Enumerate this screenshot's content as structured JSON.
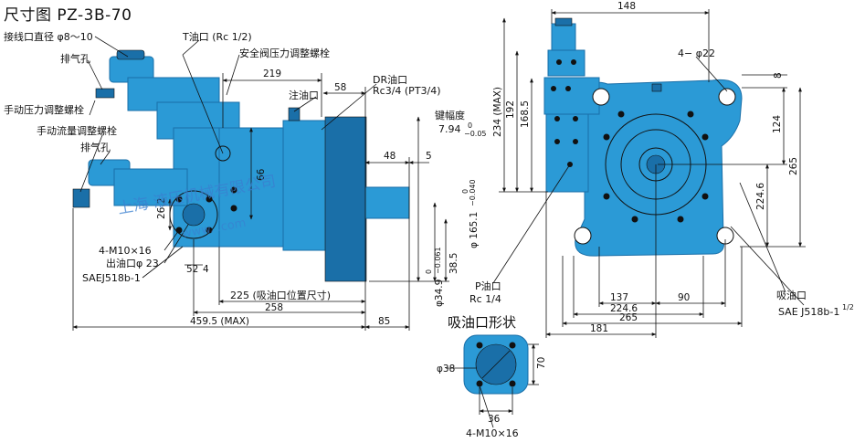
{
  "title": "尺寸图 PZ-3B-70",
  "colors": {
    "body": "#2b9ad6",
    "body_dark": "#1a6fa8",
    "body_light": "#5cb8e8",
    "line": "#111111",
    "watermark": "#3a7fd0"
  },
  "watermark": {
    "company": "上海 液压机械有限公司",
    "url": "www.    .com"
  },
  "side_view": {
    "labels": {
      "wire_hole": "接线口直径 φ8～10",
      "vent_top": "排气孔",
      "manual_pressure": "手动压力调整螺栓",
      "manual_flow": "手动流量调整螺栓",
      "vent_bottom": "排气孔",
      "t_port": "T油口 (Rc 1/2)",
      "relief_bolt": "安全阀压力调整螺栓",
      "fill_port": "注油口",
      "dr_port": "DR油口",
      "dr_spec": "Rc3/4 (PT3/4)",
      "key_width": "键幅度",
      "key_tol": "7.94",
      "key_tol_sub": "0",
      "key_tol_sub2": "−0.05",
      "m10": "4-M10×16",
      "out_port": "出油口φ 23",
      "sae": "SAEJ518b-1",
      "suction_pos": "225 (吸油口位置尺寸)"
    },
    "dims": {
      "d219": "219",
      "d58": "58",
      "d48": "48",
      "d5": "5",
      "d66": "66",
      "d262": "26.2",
      "d52": "52",
      "d4": "4",
      "d258": "258",
      "d4595": "459.5 (MAX)",
      "d85": "85",
      "d1651": "φ 165.1",
      "d1651_tol_a": "0",
      "d1651_tol_b": "−0.040",
      "d349": "φ34.9",
      "d349_tol_a": "0",
      "d349_tol_b": "−0.061",
      "d385": "38.5"
    }
  },
  "front_view": {
    "labels": {
      "holes": "4− φ22",
      "p_port": "P油口",
      "p_spec": "Rc 1/4",
      "suction_port": "吸油口",
      "sae": "SAE J518b-1",
      "sae_sup": "1/2"
    },
    "dims": {
      "d148": "148",
      "d234": "234 (MAX)",
      "d192": "192",
      "d1685": "168.5",
      "d8": "8",
      "d124": "124",
      "d265v": "265",
      "d2246v": "224.6",
      "d137": "137",
      "d90": "90",
      "d2246h": "224.6",
      "d265h": "265",
      "d181": "181"
    }
  },
  "suction_view": {
    "title": "吸油口形状",
    "dims": {
      "d38": "φ38",
      "d70": "70",
      "d36": "36",
      "m10": "4-M10×16"
    }
  }
}
